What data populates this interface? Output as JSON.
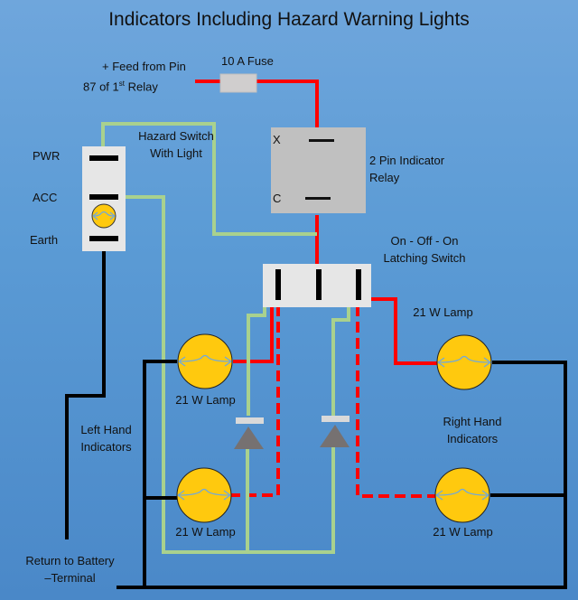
{
  "title": "Indicators Including Hazard Warning Lights",
  "colors": {
    "background": "#5b9bd5",
    "live_wire": "#ff0000",
    "earth_wire": "#000000",
    "hazard_wire": "#a9d18e",
    "lamp_fill": "#ffc90e",
    "relay_fill": "#c0c0c0",
    "switch_fill": "#e6e6e6",
    "diode_fill": "#767171"
  },
  "labels": {
    "feed_line1": "+ Feed from Pin",
    "feed_line2_pre": "87 of 1",
    "feed_line2_sup": "st",
    "feed_line2_post": " Relay",
    "fuse": "10 A Fuse",
    "hazard_switch_line1": "Hazard Switch",
    "hazard_switch_line2": "With Light",
    "pwr": "PWR",
    "acc": "ACC",
    "earth": "Earth",
    "relay_x": "X",
    "relay_c": "C",
    "relay_line1": "2 Pin Indicator",
    "relay_line2": "Relay",
    "latching_line1": "On - Off - On",
    "latching_line2": "Latching Switch",
    "left_hand_line1": "Left Hand",
    "left_hand_line2": "Indicators",
    "right_hand_line1": "Right Hand",
    "right_hand_line2": "Indicators",
    "return_line1": "Return to Battery",
    "return_line2": "–Terminal"
  },
  "lamps": [
    {
      "id": "left-front",
      "label": "21 W Lamp"
    },
    {
      "id": "left-rear",
      "label": "21 W Lamp"
    },
    {
      "id": "right-front",
      "label": "21 W Lamp"
    },
    {
      "id": "right-rear",
      "label": "21 W Lamp"
    }
  ]
}
